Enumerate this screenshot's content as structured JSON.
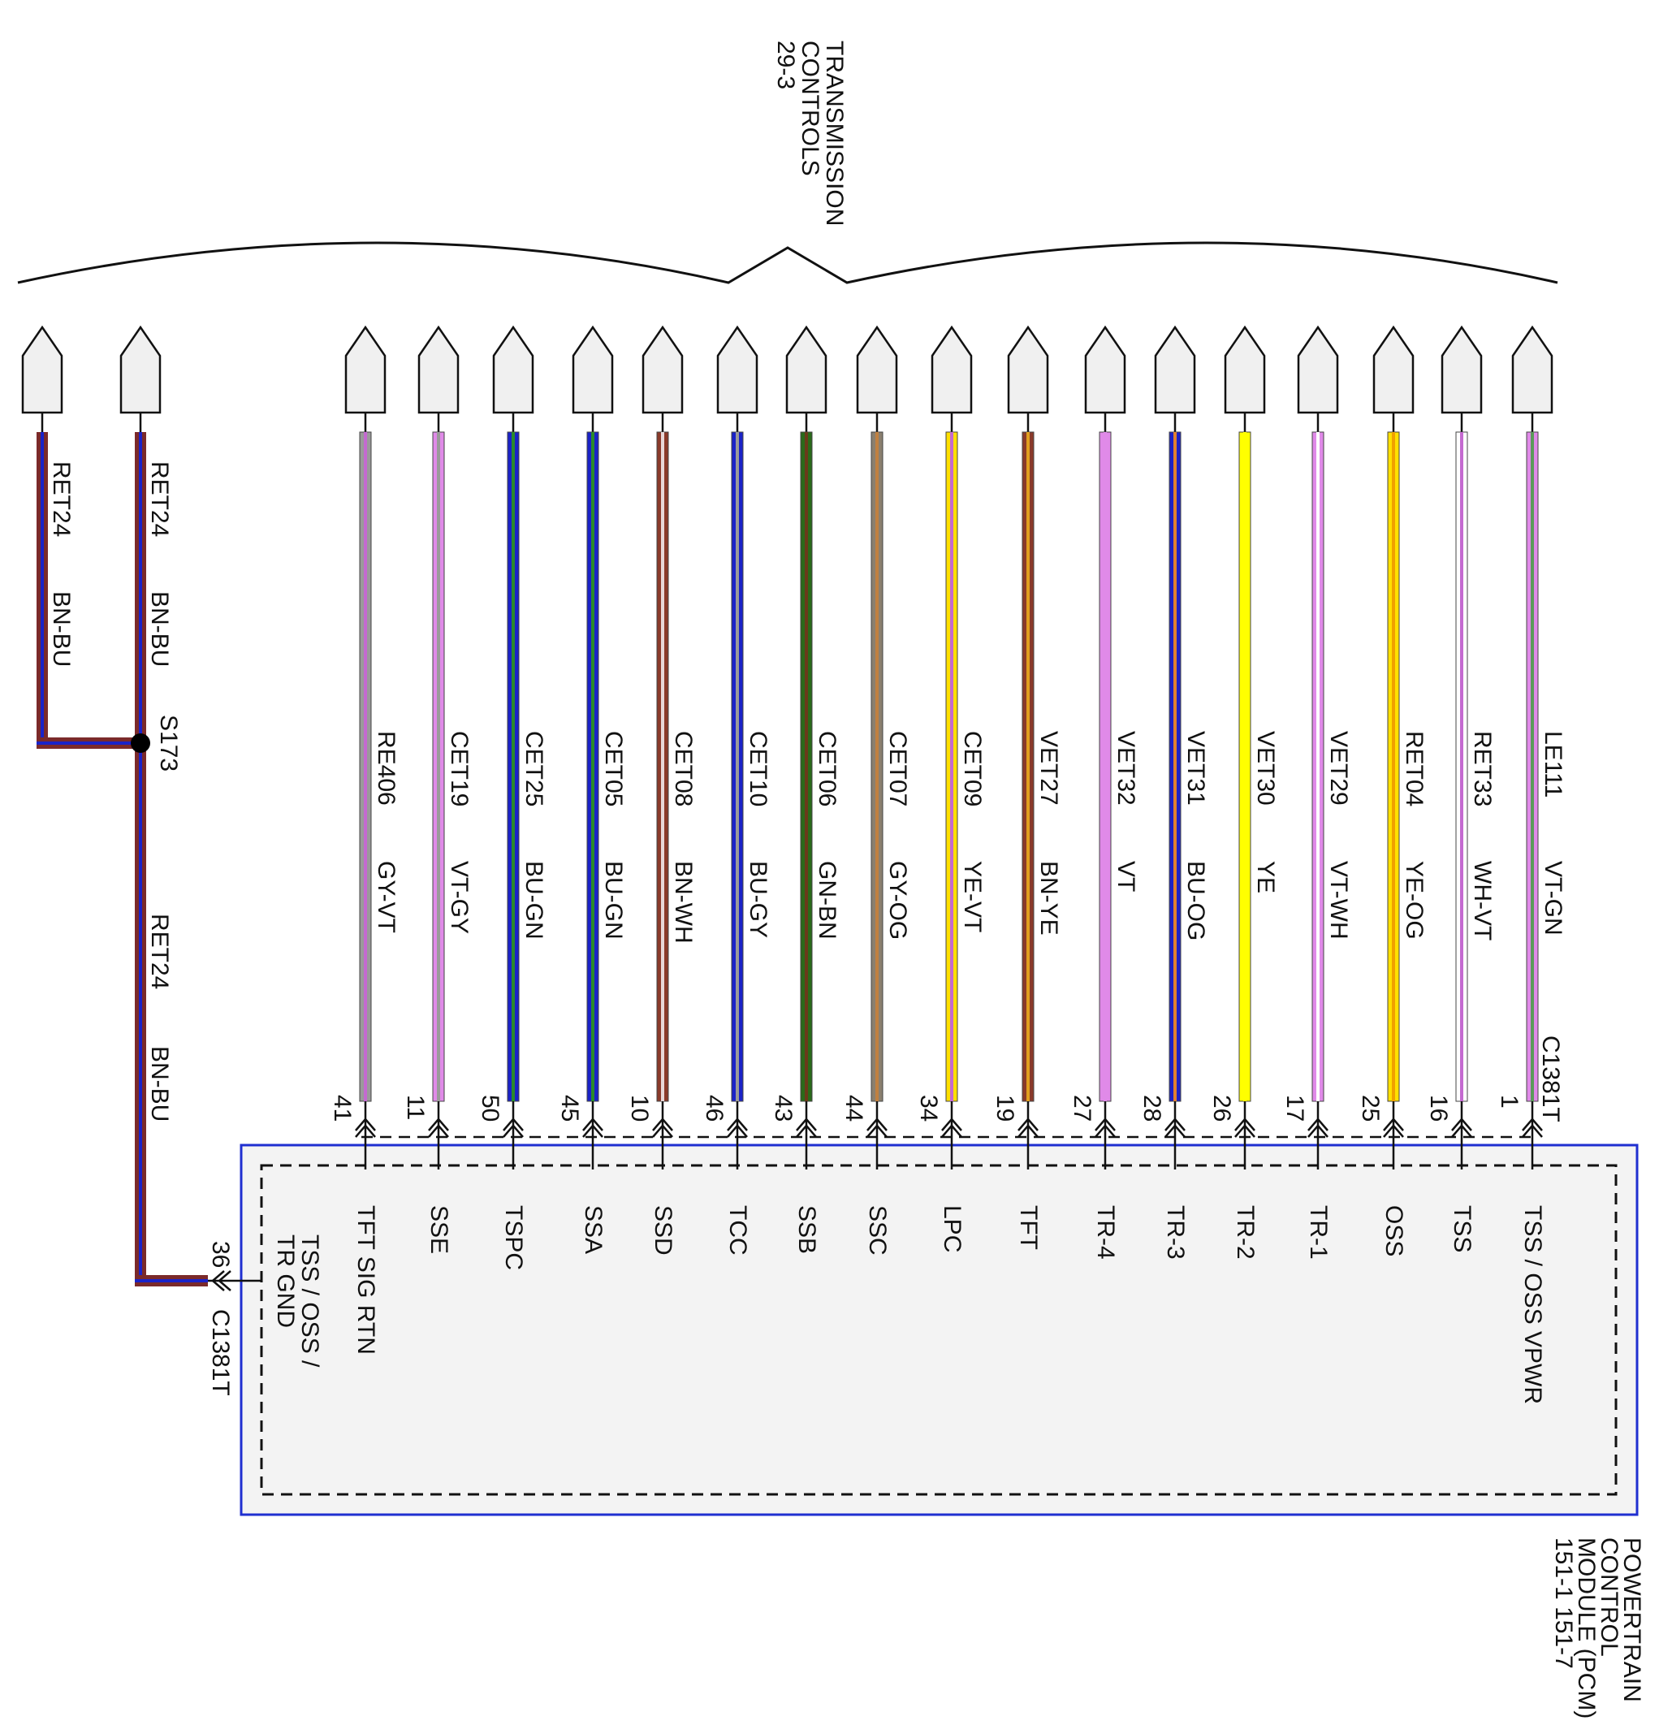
{
  "header": {
    "title_lines": [
      "TRANSMISSION",
      "CONTROLS",
      "29-3"
    ]
  },
  "module": {
    "label_lines": [
      "POWERTRAIN",
      "CONTROL",
      "MODULE (PCM)",
      "151-1     151-7"
    ],
    "connector": "C1381T",
    "border_color": "#1f2fd0",
    "fill_color": "#f3f3f3"
  },
  "ground": {
    "splice": "S173",
    "branches": [
      {
        "circuit": "RET24",
        "color_code": "BN-BU",
        "stripes": [
          "#7b2a2a",
          "#1a22c8",
          "#7b2a2a"
        ]
      },
      {
        "circuit": "RET24",
        "color_code": "BN-BU",
        "stripes": [
          "#7b2a2a",
          "#1a22c8",
          "#7b2a2a"
        ]
      }
    ],
    "trunk": {
      "circuit": "RET24",
      "color_code": "BN-BU"
    },
    "pin": "36",
    "connector": "C1381T",
    "function_lines": [
      "TSS / OSS /",
      "TR GND"
    ]
  },
  "wires": [
    {
      "circuit": "RE406",
      "color_code": "GY-VT",
      "pin": "41",
      "function": "TFT SIG RTN",
      "base": "#9a9a9a",
      "stripe": "#c46ad0"
    },
    {
      "circuit": "CET19",
      "color_code": "VT-GY",
      "pin": "11",
      "function": "SSE",
      "base": "#e08ae8",
      "stripe": "#9a9a9a"
    },
    {
      "circuit": "CET25",
      "color_code": "BU-GN",
      "pin": "50",
      "function": "TSPC",
      "base": "#1a22c8",
      "stripe": "#2a8a2a"
    },
    {
      "circuit": "CET05",
      "color_code": "BU-GN",
      "pin": "45",
      "function": "SSA",
      "base": "#1a22c8",
      "stripe": "#2a8a2a"
    },
    {
      "circuit": "CET08",
      "color_code": "BN-WH",
      "pin": "10",
      "function": "SSD",
      "base": "#8a3a2a",
      "stripe": "#e8d8d8"
    },
    {
      "circuit": "CET10",
      "color_code": "BU-GY",
      "pin": "46",
      "function": "TCC",
      "base": "#1a22c8",
      "stripe": "#9a9a9a"
    },
    {
      "circuit": "CET06",
      "color_code": "GN-BN",
      "pin": "43",
      "function": "SSB",
      "base": "#2a6a1a",
      "stripe": "#6a3a1a"
    },
    {
      "circuit": "CET07",
      "color_code": "GY-OG",
      "pin": "44",
      "function": "SSC",
      "base": "#8a8070",
      "stripe": "#c08040"
    },
    {
      "circuit": "CET09",
      "color_code": "YE-VT",
      "pin": "34",
      "function": "LPC",
      "base": "#ffe000",
      "stripe": "#c46ad0"
    },
    {
      "circuit": "VET27",
      "color_code": "BN-YE",
      "pin": "19",
      "function": "TFT",
      "base": "#8a3a2a",
      "stripe": "#e0a020"
    },
    {
      "circuit": "VET32",
      "color_code": "VT",
      "pin": "27",
      "function": "TR-4",
      "base": "#e08ae8",
      "stripe": "#e08ae8"
    },
    {
      "circuit": "VET31",
      "color_code": "BU-OG",
      "pin": "28",
      "function": "TR-3",
      "base": "#1a22c8",
      "stripe": "#e08030"
    },
    {
      "circuit": "VET30",
      "color_code": "YE",
      "pin": "26",
      "function": "TR-2",
      "base": "#ffff00",
      "stripe": "#ffff00"
    },
    {
      "circuit": "VET29",
      "color_code": "VT-WH",
      "pin": "17",
      "function": "TR-1",
      "base": "#e08ae8",
      "stripe": "#ffffff"
    },
    {
      "circuit": "RET04",
      "color_code": "YE-OG",
      "pin": "25",
      "function": "OSS",
      "base": "#ffe000",
      "stripe": "#f0a000"
    },
    {
      "circuit": "RET33",
      "color_code": "WH-VT",
      "pin": "16",
      "function": "TSS",
      "base": "#ffffff",
      "stripe": "#c46ad0"
    },
    {
      "circuit": "LE111",
      "color_code": "VT-GN",
      "pin": "1",
      "function": "TSS / OSS VPWR",
      "base": "#e08ae8",
      "stripe": "#5a9a5a"
    }
  ]
}
